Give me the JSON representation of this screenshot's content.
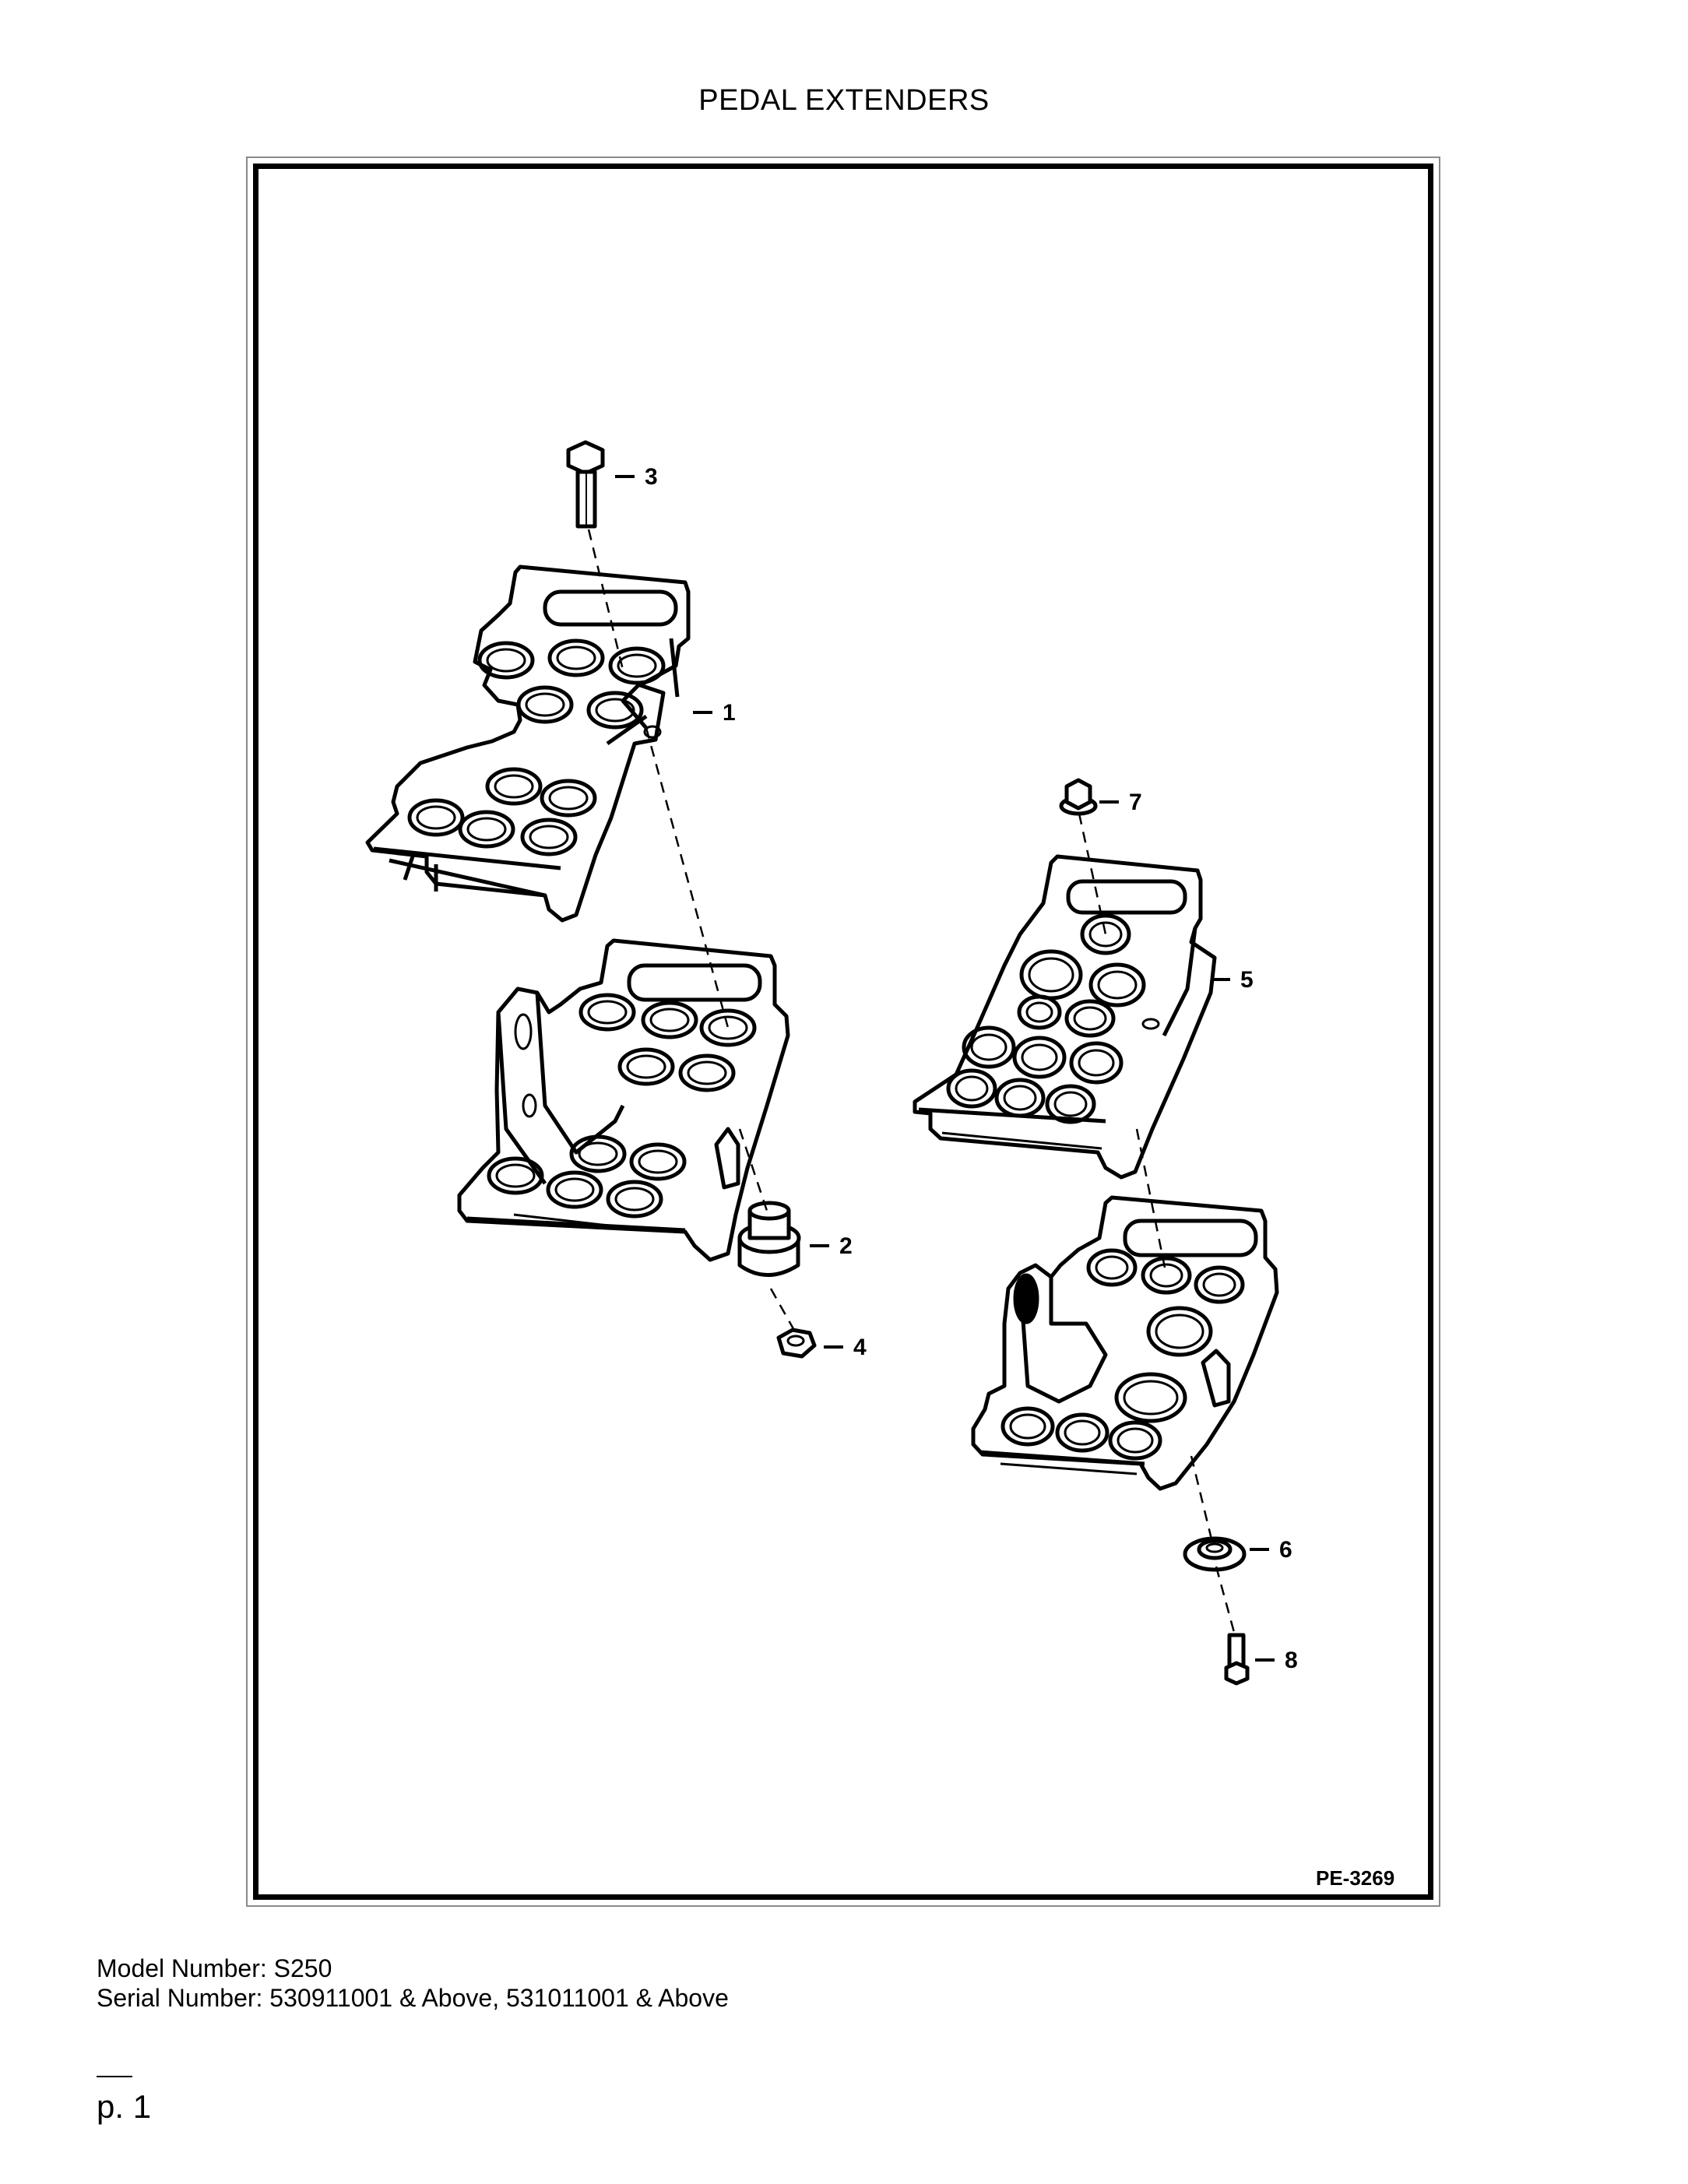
{
  "title": "PEDAL EXTENDERS",
  "figure": {
    "code": "PE-3269",
    "callouts": [
      "1",
      "2",
      "3",
      "4",
      "5",
      "6",
      "7",
      "8"
    ]
  },
  "info": {
    "model_line": "Model Number: S250",
    "serial_line": "Serial Number: 530911001 & Above, 531011001 & Above"
  },
  "footer": {
    "page": "p. 1"
  }
}
